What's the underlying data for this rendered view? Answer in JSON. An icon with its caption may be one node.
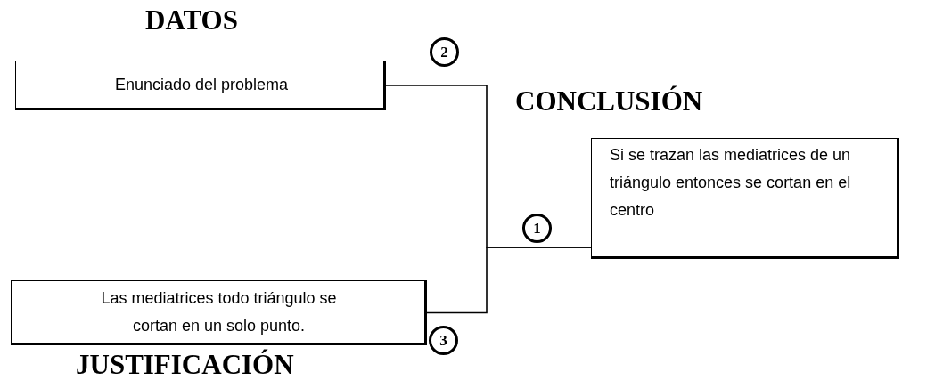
{
  "diagram": {
    "nodes": [
      {
        "text": [
          "DATOS",
          "Enunciado del problema"
        ]
      },
      {
        "text": [
          "CONCLUSIÓN",
          "Si se trazan las mediatrices de un triángulo entonces se cortan en el centro"
        ]
      },
      {
        "text": [
          "Las mediatrices todo triángulo se cortan en un solo punto.",
          "JUSTIFICACIÓN"
        ]
      },
      {
        "text": [
          "2"
        ]
      },
      {
        "text": [
          "1"
        ]
      },
      {
        "text": [
          "3"
        ]
      }
    ],
    "edges": [
      {
        "from": 0,
        "to": 1,
        "arrow": "none"
      },
      {
        "from": 2,
        "to": 1,
        "arrow": "none"
      }
    ]
  }
}
